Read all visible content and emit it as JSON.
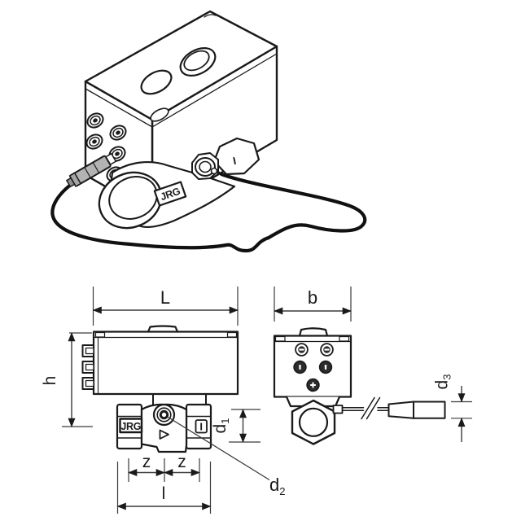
{
  "colors": {
    "background": "#ffffff",
    "line": "#1a1a1a",
    "dimension": "#3a3a3a",
    "cable": "#111111",
    "probe_fill": "#b3b3b3",
    "screw_fill": "#2c2c2c"
  },
  "isometric": {
    "brand_label": "JRG",
    "port_label": "I"
  },
  "front_view": {
    "brand_label": "JRG",
    "port_label": "I",
    "dim_L": "L",
    "dim_h": "h",
    "dim_z_left": "z",
    "dim_z_right": "z",
    "dim_l": "l",
    "dim_d1_base": "d",
    "dim_d1_sub": "1",
    "dim_d2_base": "d",
    "dim_d2_sub": "2"
  },
  "side_view": {
    "dim_b": "b",
    "dim_d3_base": "d",
    "dim_d3_sub": "3"
  }
}
